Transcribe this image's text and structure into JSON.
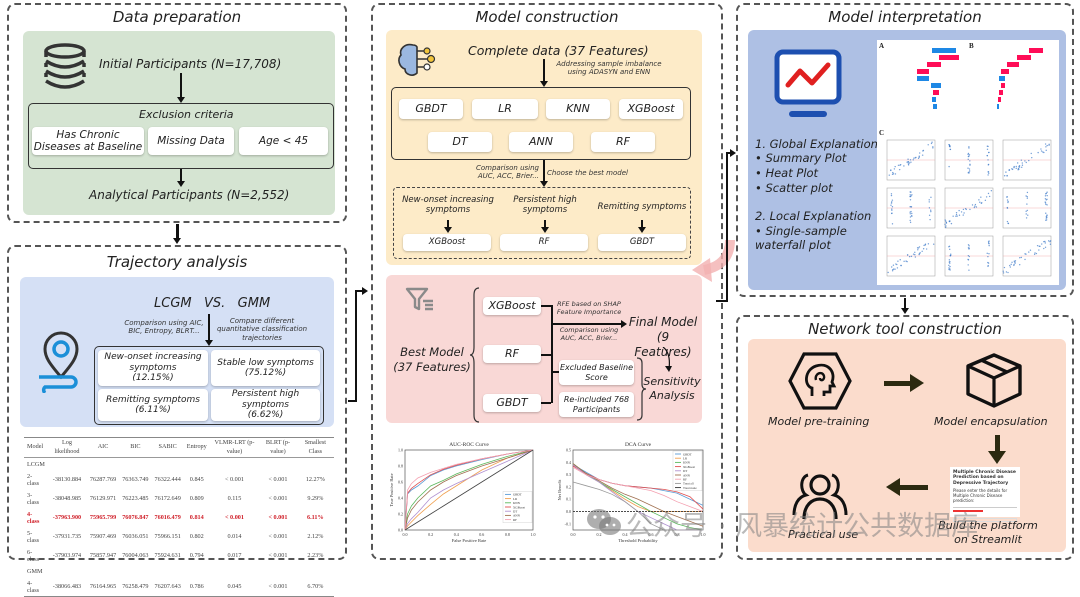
{
  "data_preparation": {
    "title": "Data preparation",
    "initial": "Initial Participants (N=17,708)",
    "exclusion_title": "Exclusion criteria",
    "criteria": [
      "Has Chronic Diseases at Baseline",
      "Missing Data",
      "Age < 45"
    ],
    "analytical": "Analytical Participants (N=2,552)"
  },
  "trajectory": {
    "title": "Trajectory analysis",
    "compare_label": "LCGM   VS.   GMM",
    "note_left": "Comparison using AIC, BIC, Entropy, BLRT...",
    "note_right": "Compare different quantitative classification trajectories",
    "classes": [
      {
        "name": "New-onset increasing symptoms",
        "pct": "(12.15%)"
      },
      {
        "name": "Stable low symptoms",
        "pct": "(75.12%)"
      },
      {
        "name": "Remitting symptoms",
        "pct": "(6.11%)"
      },
      {
        "name": "Persistent high symptoms",
        "pct": "(6.62%)"
      }
    ],
    "table": {
      "headers": [
        "Model",
        "Log likelihood",
        "AIC",
        "BIC",
        "SABIC",
        "Entropy",
        "VLMR-LRT (p-value)",
        "BLRT (p-value)",
        "Smallest Class"
      ],
      "groups": [
        {
          "label": "LCGM",
          "rows": [
            [
              "2-class",
              "-38130.884",
              "76287.769",
              "76363.749",
              "76322.444",
              "0.845",
              "< 0.001",
              "< 0.001",
              "12.27%"
            ],
            [
              "3-class",
              "-38048.985",
              "76129.971",
              "76223.485",
              "76172.649",
              "0.809",
              "0.115",
              "< 0.001",
              "9.29%"
            ],
            [
              "4-class",
              "-37963.900",
              "75965.799",
              "76076.847",
              "76016.479",
              "0.814",
              "< 0.001",
              "< 0.001",
              "6.11%"
            ],
            [
              "5-class",
              "-37931.735",
              "75907.469",
              "76036.051",
              "75966.151",
              "0.802",
              "0.014",
              "< 0.001",
              "2.12%"
            ],
            [
              "6-class",
              "-37903.974",
              "75857.947",
              "76004.063",
              "75924.631",
              "0.794",
              "0.017",
              "< 0.001",
              "2.23%"
            ]
          ]
        },
        {
          "label": "GMM",
          "rows": [
            [
              "4-class",
              "-38066.483",
              "76164.965",
              "76258.479",
              "76207.643",
              "0.786",
              "0.045",
              "< 0.001",
              "6.70%"
            ]
          ]
        }
      ],
      "highlight_row": "4-class",
      "highlight_color": "#d0202a"
    }
  },
  "model_construction": {
    "title": "Model construction",
    "complete_data": "Complete data (37 Features)",
    "imbalance_note": "Addressing sample imbalance using ADASYN and ENN",
    "models_row1": [
      "GBDT",
      "LR",
      "KNN",
      "XGBoost"
    ],
    "models_row2": [
      "DT",
      "ANN",
      "RF"
    ],
    "compare_note": "Comparison using AUC, ACC, Brier...",
    "choose_note": "Choose the best model",
    "best_per_class": [
      {
        "class": "New-onset increasing symptoms",
        "model": "XGBoost"
      },
      {
        "class": "Persistent high symptoms",
        "model": "RF"
      },
      {
        "class": "Remitting symptoms",
        "model": "GBDT"
      }
    ],
    "best_model_label": "Best Model (37 Features)",
    "best_models": [
      "XGBoost",
      "RF",
      "GBDT"
    ],
    "rfe_note": "RFE based on SHAP Feature Importance",
    "compare_note2": "Comparison using AUC, ACC, Brier...",
    "final_model": "Final Model (9 Features)",
    "sensitivity_items": [
      "Excluded Baseline Score",
      "Re-included 768 Participants"
    ],
    "sensitivity_label": "Sensitivity Analysis"
  },
  "chart_data": [
    {
      "type": "line",
      "title": "AUC-ROC Curve",
      "xlabel": "False Positive Rate",
      "ylabel": "True Positive Rate",
      "xlim": [
        0,
        1
      ],
      "ylim": [
        0,
        1
      ],
      "xticks": [
        "0.0",
        "0.2",
        "0.4",
        "0.6",
        "0.8",
        "1.0"
      ],
      "yticks": [
        "0.0",
        "0.2",
        "0.4",
        "0.6",
        "0.8",
        "1.0"
      ],
      "legend": "bottom-right",
      "x": [
        0,
        0.02,
        0.05,
        0.1,
        0.2,
        0.3,
        0.4,
        0.6,
        0.8,
        1.0
      ],
      "series": [
        {
          "name": "GBDT",
          "color": "#5b9bd5",
          "values": [
            0,
            0.45,
            0.5,
            0.55,
            0.68,
            0.75,
            0.8,
            0.88,
            0.95,
            1
          ]
        },
        {
          "name": "LR",
          "color": "#f0a050",
          "values": [
            0,
            0.05,
            0.1,
            0.18,
            0.32,
            0.45,
            0.55,
            0.75,
            0.9,
            1
          ]
        },
        {
          "name": "KNN",
          "color": "#5cb85c",
          "values": [
            0,
            0.2,
            0.3,
            0.4,
            0.55,
            0.62,
            0.7,
            0.82,
            0.92,
            1
          ]
        },
        {
          "name": "XGBoost",
          "color": "#e05050",
          "values": [
            0,
            0.46,
            0.52,
            0.58,
            0.69,
            0.76,
            0.81,
            0.89,
            0.95,
            1
          ]
        },
        {
          "name": "DT",
          "color": "#b090d0",
          "values": [
            0,
            0.08,
            0.14,
            0.22,
            0.4,
            0.5,
            0.58,
            0.72,
            0.86,
            1
          ]
        },
        {
          "name": "ANN",
          "color": "#a07050",
          "values": [
            0,
            0.15,
            0.25,
            0.35,
            0.5,
            0.6,
            0.68,
            0.8,
            0.9,
            1
          ]
        },
        {
          "name": "RF",
          "color": "#f4a0b0",
          "values": [
            0,
            0.5,
            0.58,
            0.65,
            0.72,
            0.77,
            0.82,
            0.89,
            0.95,
            1
          ]
        },
        {
          "name": "Reference",
          "color": "#444444",
          "values": [
            0,
            0.02,
            0.05,
            0.1,
            0.2,
            0.3,
            0.4,
            0.6,
            0.8,
            1.0
          ]
        }
      ]
    },
    {
      "type": "line",
      "title": "DCA Curve",
      "xlabel": "Threshold Probability",
      "ylabel": "Net Benefit",
      "xlim": [
        0,
        1
      ],
      "ylim": [
        -0.15,
        0.5
      ],
      "xticks": [
        "0.0",
        "0.2",
        "0.4",
        "0.6",
        "0.8",
        "1.0"
      ],
      "yticks": [
        "-0.1",
        "0.0",
        "0.1",
        "0.2",
        "0.3",
        "0.4",
        "0.5"
      ],
      "legend": "top-right",
      "x": [
        0,
        0.1,
        0.2,
        0.3,
        0.4,
        0.5,
        0.6,
        0.7,
        0.8,
        0.9,
        1.0
      ],
      "series": [
        {
          "name": "GBDT",
          "color": "#5b9bd5",
          "values": [
            0.38,
            0.32,
            0.26,
            0.23,
            0.21,
            0.2,
            0.19,
            0.17,
            0.15,
            0.1,
            0.05
          ]
        },
        {
          "name": "LR",
          "color": "#f0a050",
          "values": [
            0.38,
            0.3,
            0.24,
            0.17,
            0.1,
            0.04,
            0.0,
            0.0,
            0.0,
            0.0,
            0.0
          ]
        },
        {
          "name": "KNN",
          "color": "#5cb85c",
          "values": [
            0.39,
            0.31,
            0.24,
            0.18,
            0.12,
            0.06,
            0.0,
            -0.05,
            -0.1,
            -0.13,
            -0.15
          ]
        },
        {
          "name": "XGBoost",
          "color": "#e05050",
          "values": [
            0.37,
            0.31,
            0.26,
            0.23,
            0.21,
            0.2,
            0.19,
            0.18,
            0.16,
            0.12,
            0.02
          ]
        },
        {
          "name": "DT",
          "color": "#b090d0",
          "values": [
            0.38,
            0.3,
            0.24,
            0.16,
            0.08,
            0.0,
            -0.05,
            -0.1,
            -0.15,
            -0.15,
            -0.15
          ]
        },
        {
          "name": "ANN",
          "color": "#a07050",
          "values": [
            0.39,
            0.31,
            0.25,
            0.19,
            0.14,
            0.1,
            0.05,
            0.0,
            -0.04,
            -0.08,
            -0.12
          ]
        },
        {
          "name": "RF",
          "color": "#f4a0b0",
          "values": [
            0.36,
            0.3,
            0.26,
            0.23,
            0.21,
            0.19,
            0.17,
            0.13,
            0.08,
            0.04,
            0.0
          ]
        },
        {
          "name": "Treat all",
          "color": "#999999",
          "values": [
            0.24,
            0.21,
            0.18,
            0.14,
            0.08,
            0.0,
            -0.1,
            -0.2,
            -0.3,
            -0.4,
            -0.5
          ]
        },
        {
          "name": "Treat none",
          "color": "#333333",
          "values": [
            0,
            0,
            0,
            0,
            0,
            0,
            0,
            0,
            0,
            0,
            0
          ]
        }
      ]
    }
  ],
  "model_interpretation": {
    "title": "Model interpretation",
    "global_title": "1. Global Explanation",
    "global_items": [
      "Summary Plot",
      "Heat Plot",
      "Scatter plot"
    ],
    "local_title": "2. Local Explanation",
    "local_items": [
      "Single-sample waterfall plot"
    ],
    "figure_labels": [
      "A",
      "B",
      "C"
    ]
  },
  "network_tool": {
    "title": "Network tool construction",
    "steps": [
      "Model pre-training",
      "Model encapsulation",
      "Build the platform on Streamlit",
      "Practical use"
    ],
    "streamlit_heading": "Multiple Chronic Disease Prediction based on Depressive Trajectory",
    "streamlit_sub": "Please enter the details for Multiple Chronic Disease prediction:"
  },
  "watermark": {
    "line1": "公众号",
    "line2": "· 风暴统计公共数据库"
  }
}
